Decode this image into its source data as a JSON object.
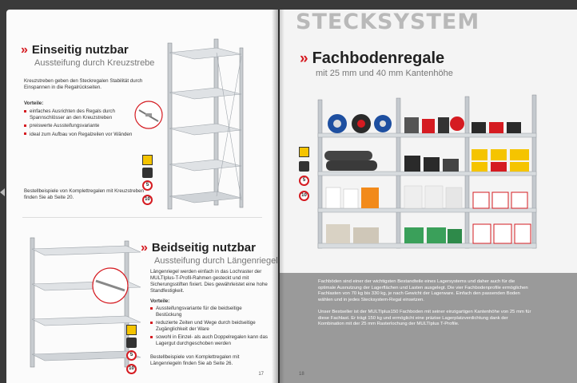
{
  "left_page": {
    "section1": {
      "title": "Einseitig nutzbar",
      "subtitle": "Aussteifung durch Kreuzstrebe",
      "description": "Kreuzstreben geben den Steckregalen Stabilität durch Einspannen in die Regalrückseiten.",
      "vorteile_label": "Vorteile:",
      "vorteile": [
        "einfaches Ausrichten des Regals durch Spannschlösser an den Kreuzstreben",
        "preiswerte Aussteifungsvariante",
        "ideal zum Aufbau von Regalzeilen vor Wänden"
      ],
      "note": "Bestellbeispiele von Komplettregalen mit Kreuzstreben finden Sie ab Seite 20."
    },
    "section2": {
      "title": "Beidseitig nutzbar",
      "subtitle": "Aussteifung durch Längenriegel",
      "description": "Längenriegel werden einfach in das Lochraster der MULTIplus-T-Profil-Rahmen gesteckt und mit Sicherungsstiften fixiert. Dies gewährleistet eine hohe Standfestigkeit.",
      "vorteile_label": "Vorteile:",
      "vorteile": [
        "Aussteifungsvariante für die beidseitige Bestückung",
        "reduzierte Zeiten und Wege durch beidseitige Zugänglichkeit der Ware",
        "sowohl in Einzel- als auch Doppelregalen kann das Lagergut durchgeschoben werden"
      ],
      "note": "Bestellbeispiele von Komplettregalen mit Längenriegeln finden Sie ab Seite 26."
    },
    "page_number": "17",
    "badges": [
      "5",
      "10"
    ]
  },
  "right_page": {
    "banner": "STECKSYSTEM",
    "title": "Fachbodenregale",
    "subtitle": "mit 25 mm und 40 mm Kantenhöhe",
    "paragraph1": "Fachböden sind einer der wichtigsten Bestandteile eines Lagersystems und daher auch für die optimale Ausnutzung der Lagerflächen und Lasten ausgelegt. Die vier Fachbodenprofile ermöglichen Fachlasten von 70 kg bis 330 kg, je nach Gewicht der Lagerware. Einfach den passenden Boden wählen und in jedes Stecksystem-Regal einsetzen.",
    "paragraph2": "Unser Bestseller ist der MULTIplus150 Fachboden mit seiner einzigartigen Kantenhöhe von 25 mm für diese Fachlast. Er trägt 150 kg und ermöglicht eine präzise Lagerplatzverdichtung dank der Kombination mit der 25 mm Rasterlochung der MULTIplus T-Profile.",
    "page_number": "18",
    "badges": [
      "5",
      "10"
    ]
  },
  "colors": {
    "accent": "#d51b21",
    "banner_grey": "#b9b9b9",
    "band_grey": "#9a9a9a"
  }
}
